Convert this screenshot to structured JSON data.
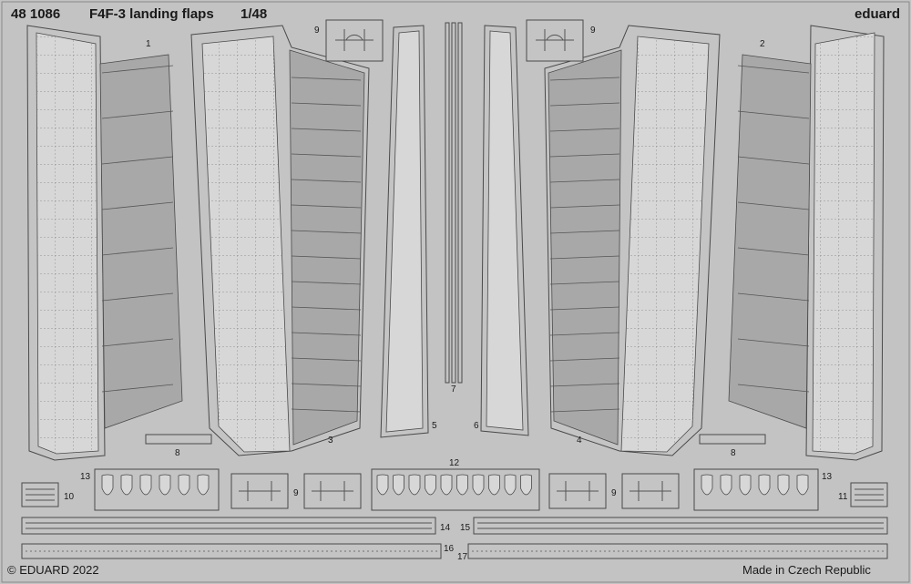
{
  "header": {
    "code": "48 1086",
    "title": "F4F-3 landing flaps",
    "scale": "1/48"
  },
  "brand": "eduard",
  "footer": {
    "copyright": "© EDUARD 2022",
    "origin": "Made in Czech Republic"
  },
  "part_numbers": {
    "p1": "1",
    "p2": "2",
    "p3": "3",
    "p4": "4",
    "p5": "5",
    "p6": "6",
    "p7": "7",
    "p8a": "8",
    "p8b": "8",
    "p9a": "9",
    "p9b": "9",
    "p9c": "9",
    "p9d": "9",
    "p10": "10",
    "p11": "11",
    "p12": "12",
    "p13a": "13",
    "p13b": "13",
    "p14": "14",
    "p15": "15",
    "p16": "16",
    "p17": "17"
  }
}
